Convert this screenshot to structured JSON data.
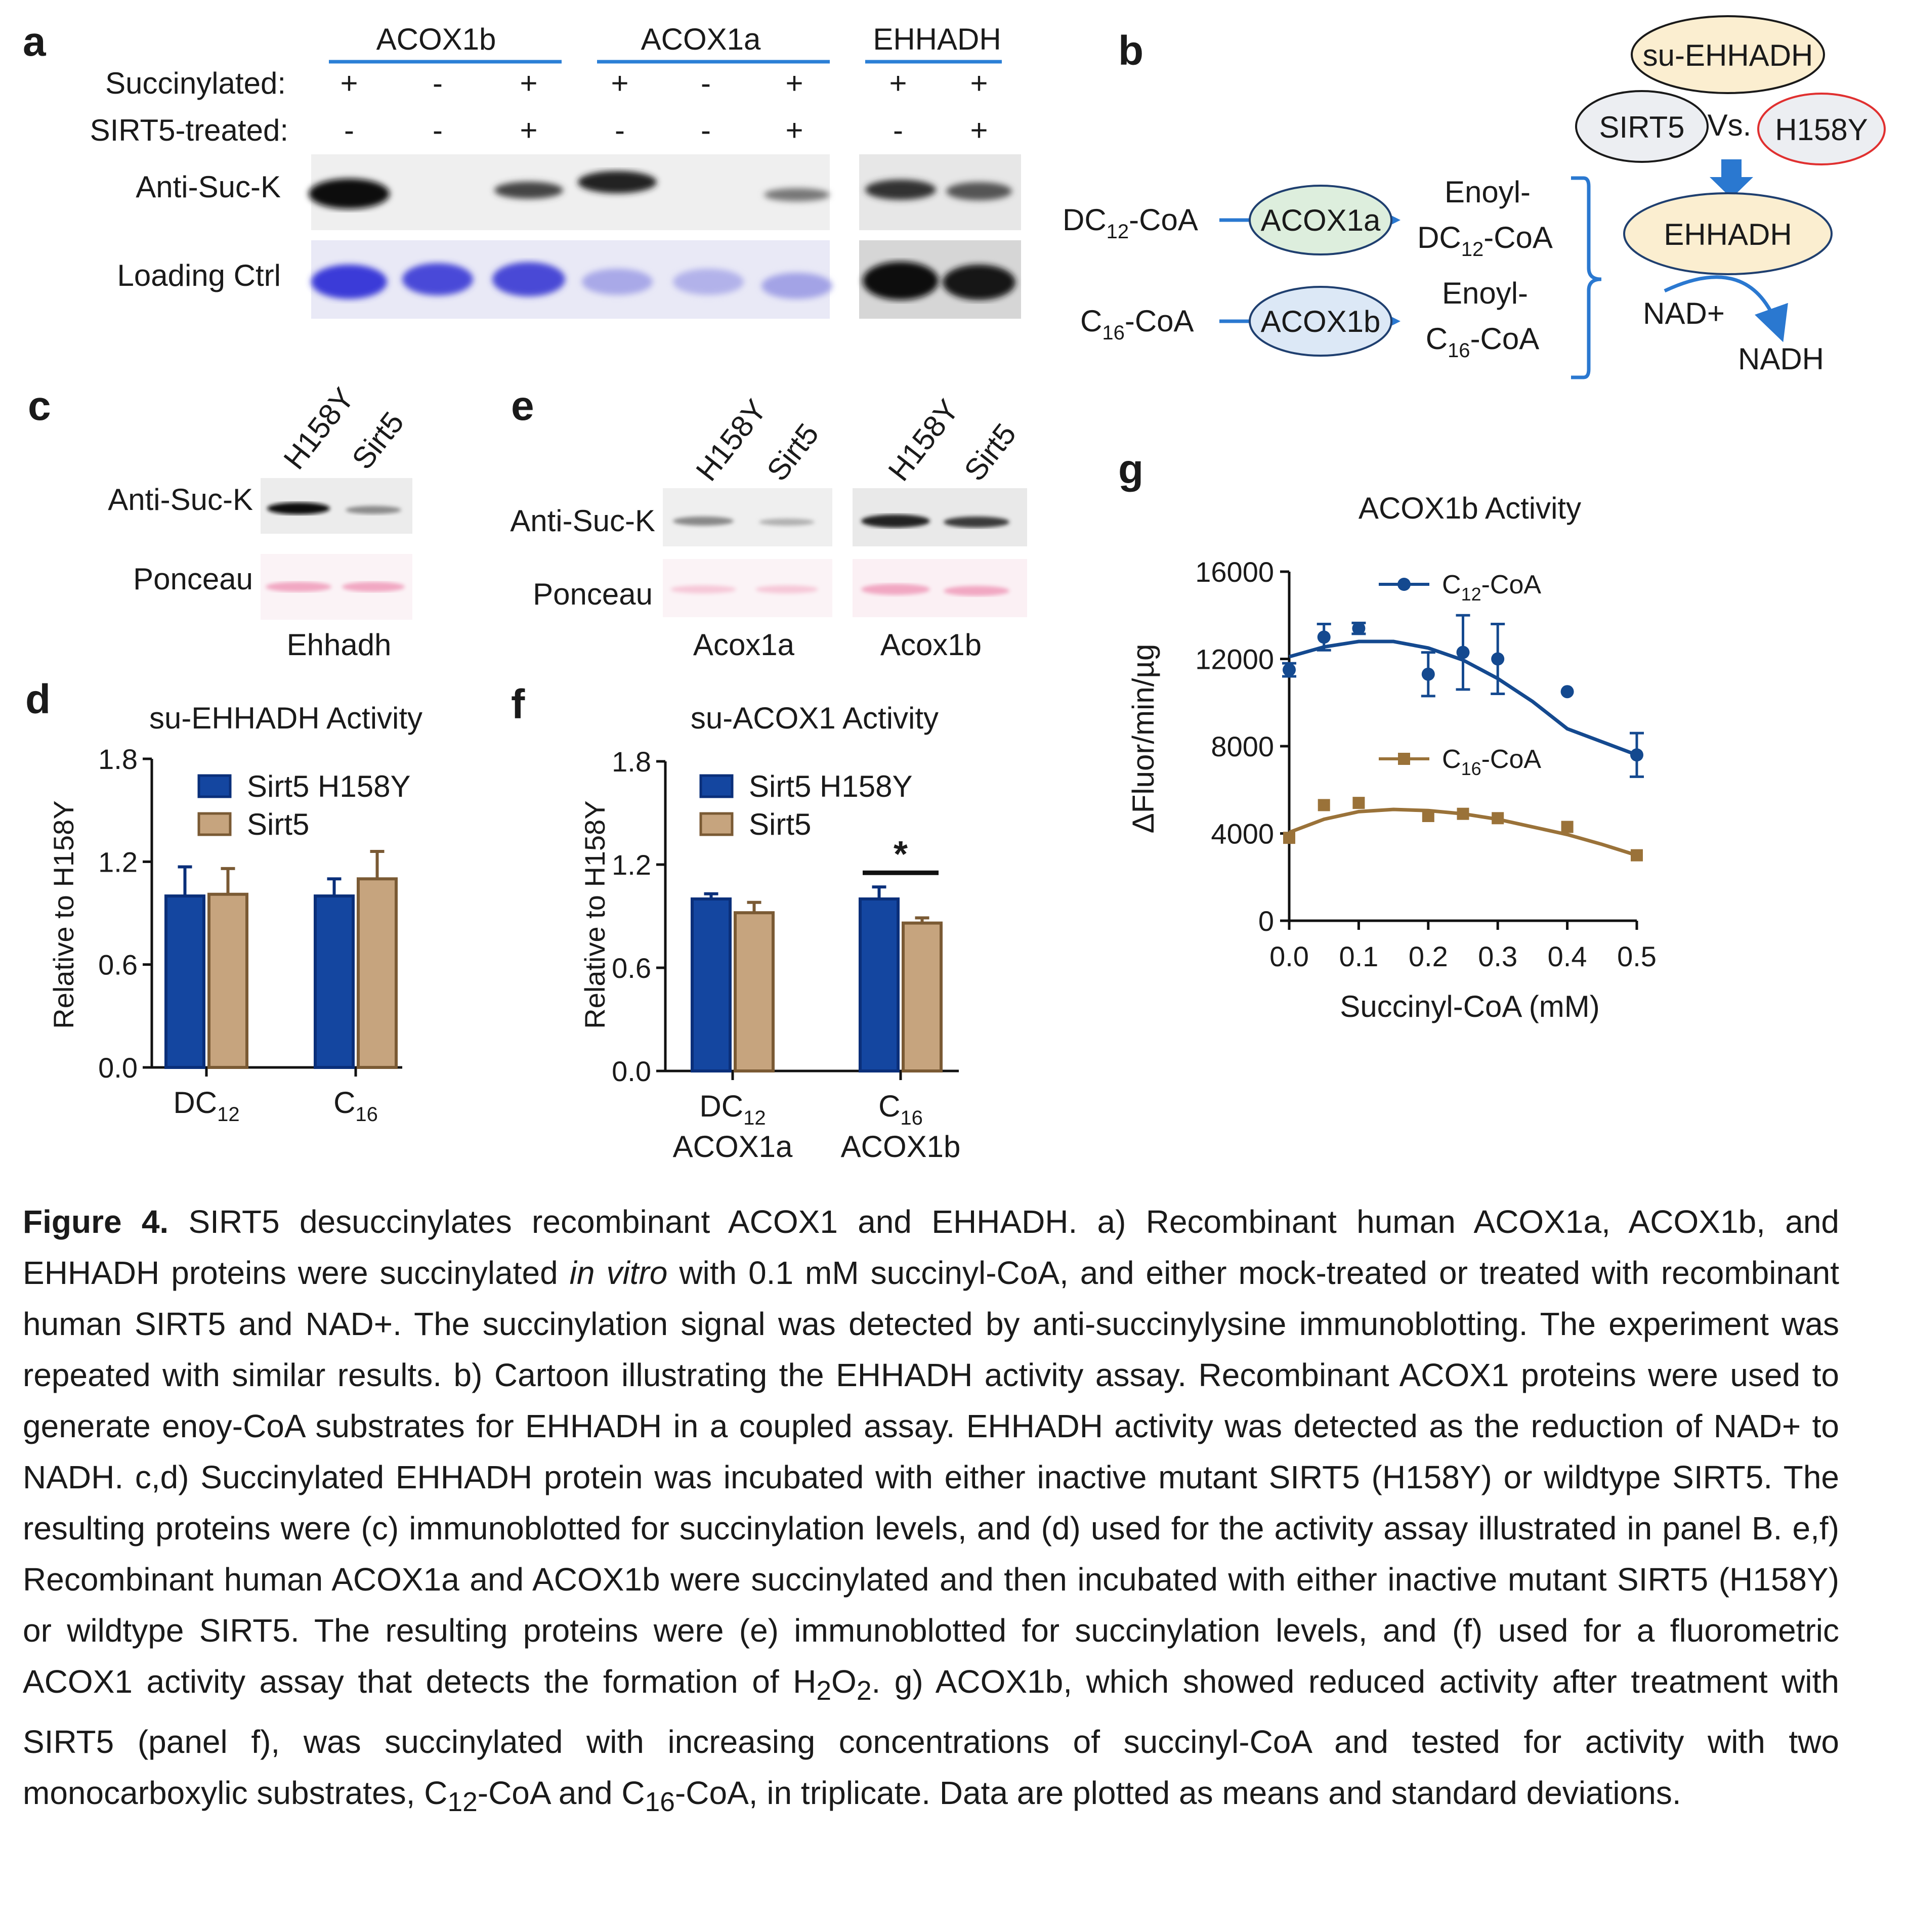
{
  "panel_a": {
    "label": "a",
    "groups": [
      "ACOX1b",
      "ACOX1a",
      "EHHADH"
    ],
    "row_labels": [
      "Succinylated:",
      "SIRT5-treated:",
      "Anti-Suc-K",
      "Loading Ctrl"
    ],
    "succinylated": [
      "+",
      "-",
      "+",
      "+",
      "-",
      "+",
      "+",
      "+"
    ],
    "sirt5_treated": [
      "-",
      "-",
      "+",
      "-",
      "-",
      "+",
      "-",
      "+"
    ]
  },
  "panel_b": {
    "label": "b",
    "substrate1_main": "DC",
    "substrate1_sub": "12",
    "substrate1_tail": "-CoA",
    "substrate2_main": "C",
    "substrate2_sub": "16",
    "substrate2_tail": "-CoA",
    "enzyme1": "ACOX1a",
    "enzyme2": "ACOX1b",
    "product1_line1": "Enoyl-",
    "product1_line2_main": "DC",
    "product1_line2_sub": "12",
    "product1_line2_tail": "-CoA",
    "product2_line1": "Enoyl-",
    "product2_line2_main": "C",
    "product2_line2_sub": "16",
    "product2_line2_tail": "-CoA",
    "su_ehhadh": "su-EHHADH",
    "sirt5": "SIRT5",
    "vs": "Vs.",
    "mutant": "H158Y",
    "ehhadh": "EHHADH",
    "nad": "NAD+",
    "nadh": "NADH"
  },
  "panel_c": {
    "label": "c",
    "lanes": [
      "H158Y",
      "Sirt5"
    ],
    "row_labels": [
      "Anti-Suc-K",
      "Ponceau"
    ],
    "protein": "Ehhadh"
  },
  "panel_e": {
    "label": "e",
    "lanes": [
      "H158Y",
      "Sirt5",
      "H158Y",
      "Sirt5"
    ],
    "row_labels": [
      "Anti-Suc-K",
      "Ponceau"
    ],
    "proteins": [
      "Acox1a",
      "Acox1b"
    ]
  },
  "panel_d": {
    "label": "d",
    "chart_data": {
      "type": "bar",
      "title": "su-EHHADH Activity",
      "ylabel": "Relative to H158Y",
      "ylim": [
        0,
        1.8
      ],
      "yticks": [
        "0.0",
        "0.6",
        "1.2",
        "1.8"
      ],
      "categories": [
        {
          "main": "DC",
          "sub": "12"
        },
        {
          "main": "C",
          "sub": "16"
        }
      ],
      "series": [
        {
          "name": "Sirt5 H158Y",
          "color": "#1446a0",
          "values": [
            1.0,
            1.0
          ],
          "error": [
            0.17,
            0.1
          ]
        },
        {
          "name": "Sirt5",
          "color": "#c6a47e",
          "values": [
            1.01,
            1.1
          ],
          "error": [
            0.15,
            0.16
          ]
        }
      ]
    }
  },
  "panel_f": {
    "label": "f",
    "chart_data": {
      "type": "bar",
      "title": "su-ACOX1 Activity",
      "ylabel": "Relative to H158Y",
      "ylim": [
        0,
        1.8
      ],
      "yticks": [
        "0.0",
        "0.6",
        "1.2",
        "1.8"
      ],
      "categories": [
        {
          "main": "DC",
          "sub": "12",
          "line2": "ACOX1a"
        },
        {
          "main": "C",
          "sub": "16",
          "line2": "ACOX1b"
        }
      ],
      "series": [
        {
          "name": "Sirt5 H158Y",
          "color": "#1446a0",
          "values": [
            1.0,
            1.0
          ],
          "error": [
            0.03,
            0.07
          ]
        },
        {
          "name": "Sirt5",
          "color": "#c6a47e",
          "values": [
            0.92,
            0.86
          ],
          "error": [
            0.06,
            0.03
          ]
        }
      ],
      "annotation": "*"
    }
  },
  "panel_g": {
    "label": "g",
    "chart_data": {
      "type": "scatter",
      "title": "ACOX1b Activity",
      "xlabel": "Succinyl-CoA (mM)",
      "ylabel": "ΔFluor/min/µg",
      "xlim": [
        0,
        0.5
      ],
      "ylim": [
        0,
        16000
      ],
      "xticks": [
        "0.0",
        "0.1",
        "0.2",
        "0.3",
        "0.4",
        "0.5"
      ],
      "yticks": [
        "0",
        "4000",
        "8000",
        "12000",
        "16000"
      ],
      "series": [
        {
          "name_main": "C",
          "name_sub": "12",
          "name_tail": "-CoA",
          "color": "#14498f",
          "marker": "circle",
          "x": [
            0.0,
            0.05,
            0.1,
            0.2,
            0.25,
            0.3,
            0.4,
            0.5
          ],
          "y": [
            11500,
            13000,
            13400,
            11300,
            12300,
            12000,
            10500,
            7600
          ],
          "error": [
            300,
            600,
            250,
            1000,
            1700,
            1600,
            0,
            1000
          ],
          "fit": [
            [
              0.0,
              12100
            ],
            [
              0.05,
              12550
            ],
            [
              0.1,
              12800
            ],
            [
              0.15,
              12800
            ],
            [
              0.2,
              12500
            ],
            [
              0.25,
              11950
            ],
            [
              0.3,
              11100
            ],
            [
              0.35,
              10050
            ],
            [
              0.4,
              8800
            ],
            [
              0.45,
              8200
            ],
            [
              0.5,
              7600
            ]
          ]
        },
        {
          "name_main": "C",
          "name_sub": "16",
          "name_tail": "-CoA",
          "color": "#9a7239",
          "marker": "square",
          "x": [
            0.0,
            0.05,
            0.1,
            0.2,
            0.25,
            0.3,
            0.4,
            0.5
          ],
          "y": [
            3800,
            5300,
            5400,
            4800,
            4900,
            4700,
            4300,
            3000
          ],
          "error": [
            0,
            0,
            0,
            0,
            0,
            0,
            0,
            0
          ],
          "fit": [
            [
              0.0,
              4050
            ],
            [
              0.05,
              4650
            ],
            [
              0.1,
              5000
            ],
            [
              0.15,
              5100
            ],
            [
              0.2,
              5050
            ],
            [
              0.25,
              4900
            ],
            [
              0.3,
              4650
            ],
            [
              0.35,
              4300
            ],
            [
              0.4,
              3950
            ],
            [
              0.45,
              3500
            ],
            [
              0.5,
              3000
            ]
          ]
        }
      ]
    }
  },
  "caption": {
    "title": "Figure 4.",
    "s1": " SIRT5 desuccinylates recombinant ACOX1 and EHHADH. a) Recombinant human ACOX1a, ACOX1b, and EHHADH proteins were succinylated ",
    "s1_italic": "in vitro",
    "s2": " with 0.1 mM succinyl-CoA, and either mock-treated or treated with recombinant human SIRT5 and NAD+. The succinylation signal was detected by anti-succinylysine immunoblotting. The experiment was repeated with similar results. b) Cartoon illustrating the EHHADH activity assay. Recombinant ACOX1 proteins were used to generate enoy-CoA substrates for EHHADH in a coupled assay. EHHADH activity was detected as the reduction of NAD+ to NADH. c,d) Succinylated EHHADH protein was incubated with either inactive mutant SIRT5 (H158Y) or wildtype SIRT5. The resulting proteins were (c) immunoblotted for succinylation levels, and (d) used for the activity assay illustrated in panel B. e,f) Recombinant human ACOX1a and ACOX1b were succinylated and then incubated with either inactive mutant SIRT5 (H158Y) or wildtype SIRT5. The resulting proteins were (e) immunoblotted for succinylation levels, and (f) used for a fluorometric ACOX1 activity assay that detects the formation of H",
    "s2_sub1": "2",
    "s2_mid": "O",
    "s2_sub2": "2",
    "s3": ".  g) ACOX1b, which showed reduced activity after treatment with SIRT5 (panel f), was succinylated with increasing concentrations of succinyl-CoA and tested for activity with two monocarboxylic substrates, C",
    "s3_sub1": "12",
    "s3_mid": "-CoA and C",
    "s3_sub2": "16",
    "s4": "-CoA, in triplicate. Data are plotted as means and standard deviations."
  }
}
